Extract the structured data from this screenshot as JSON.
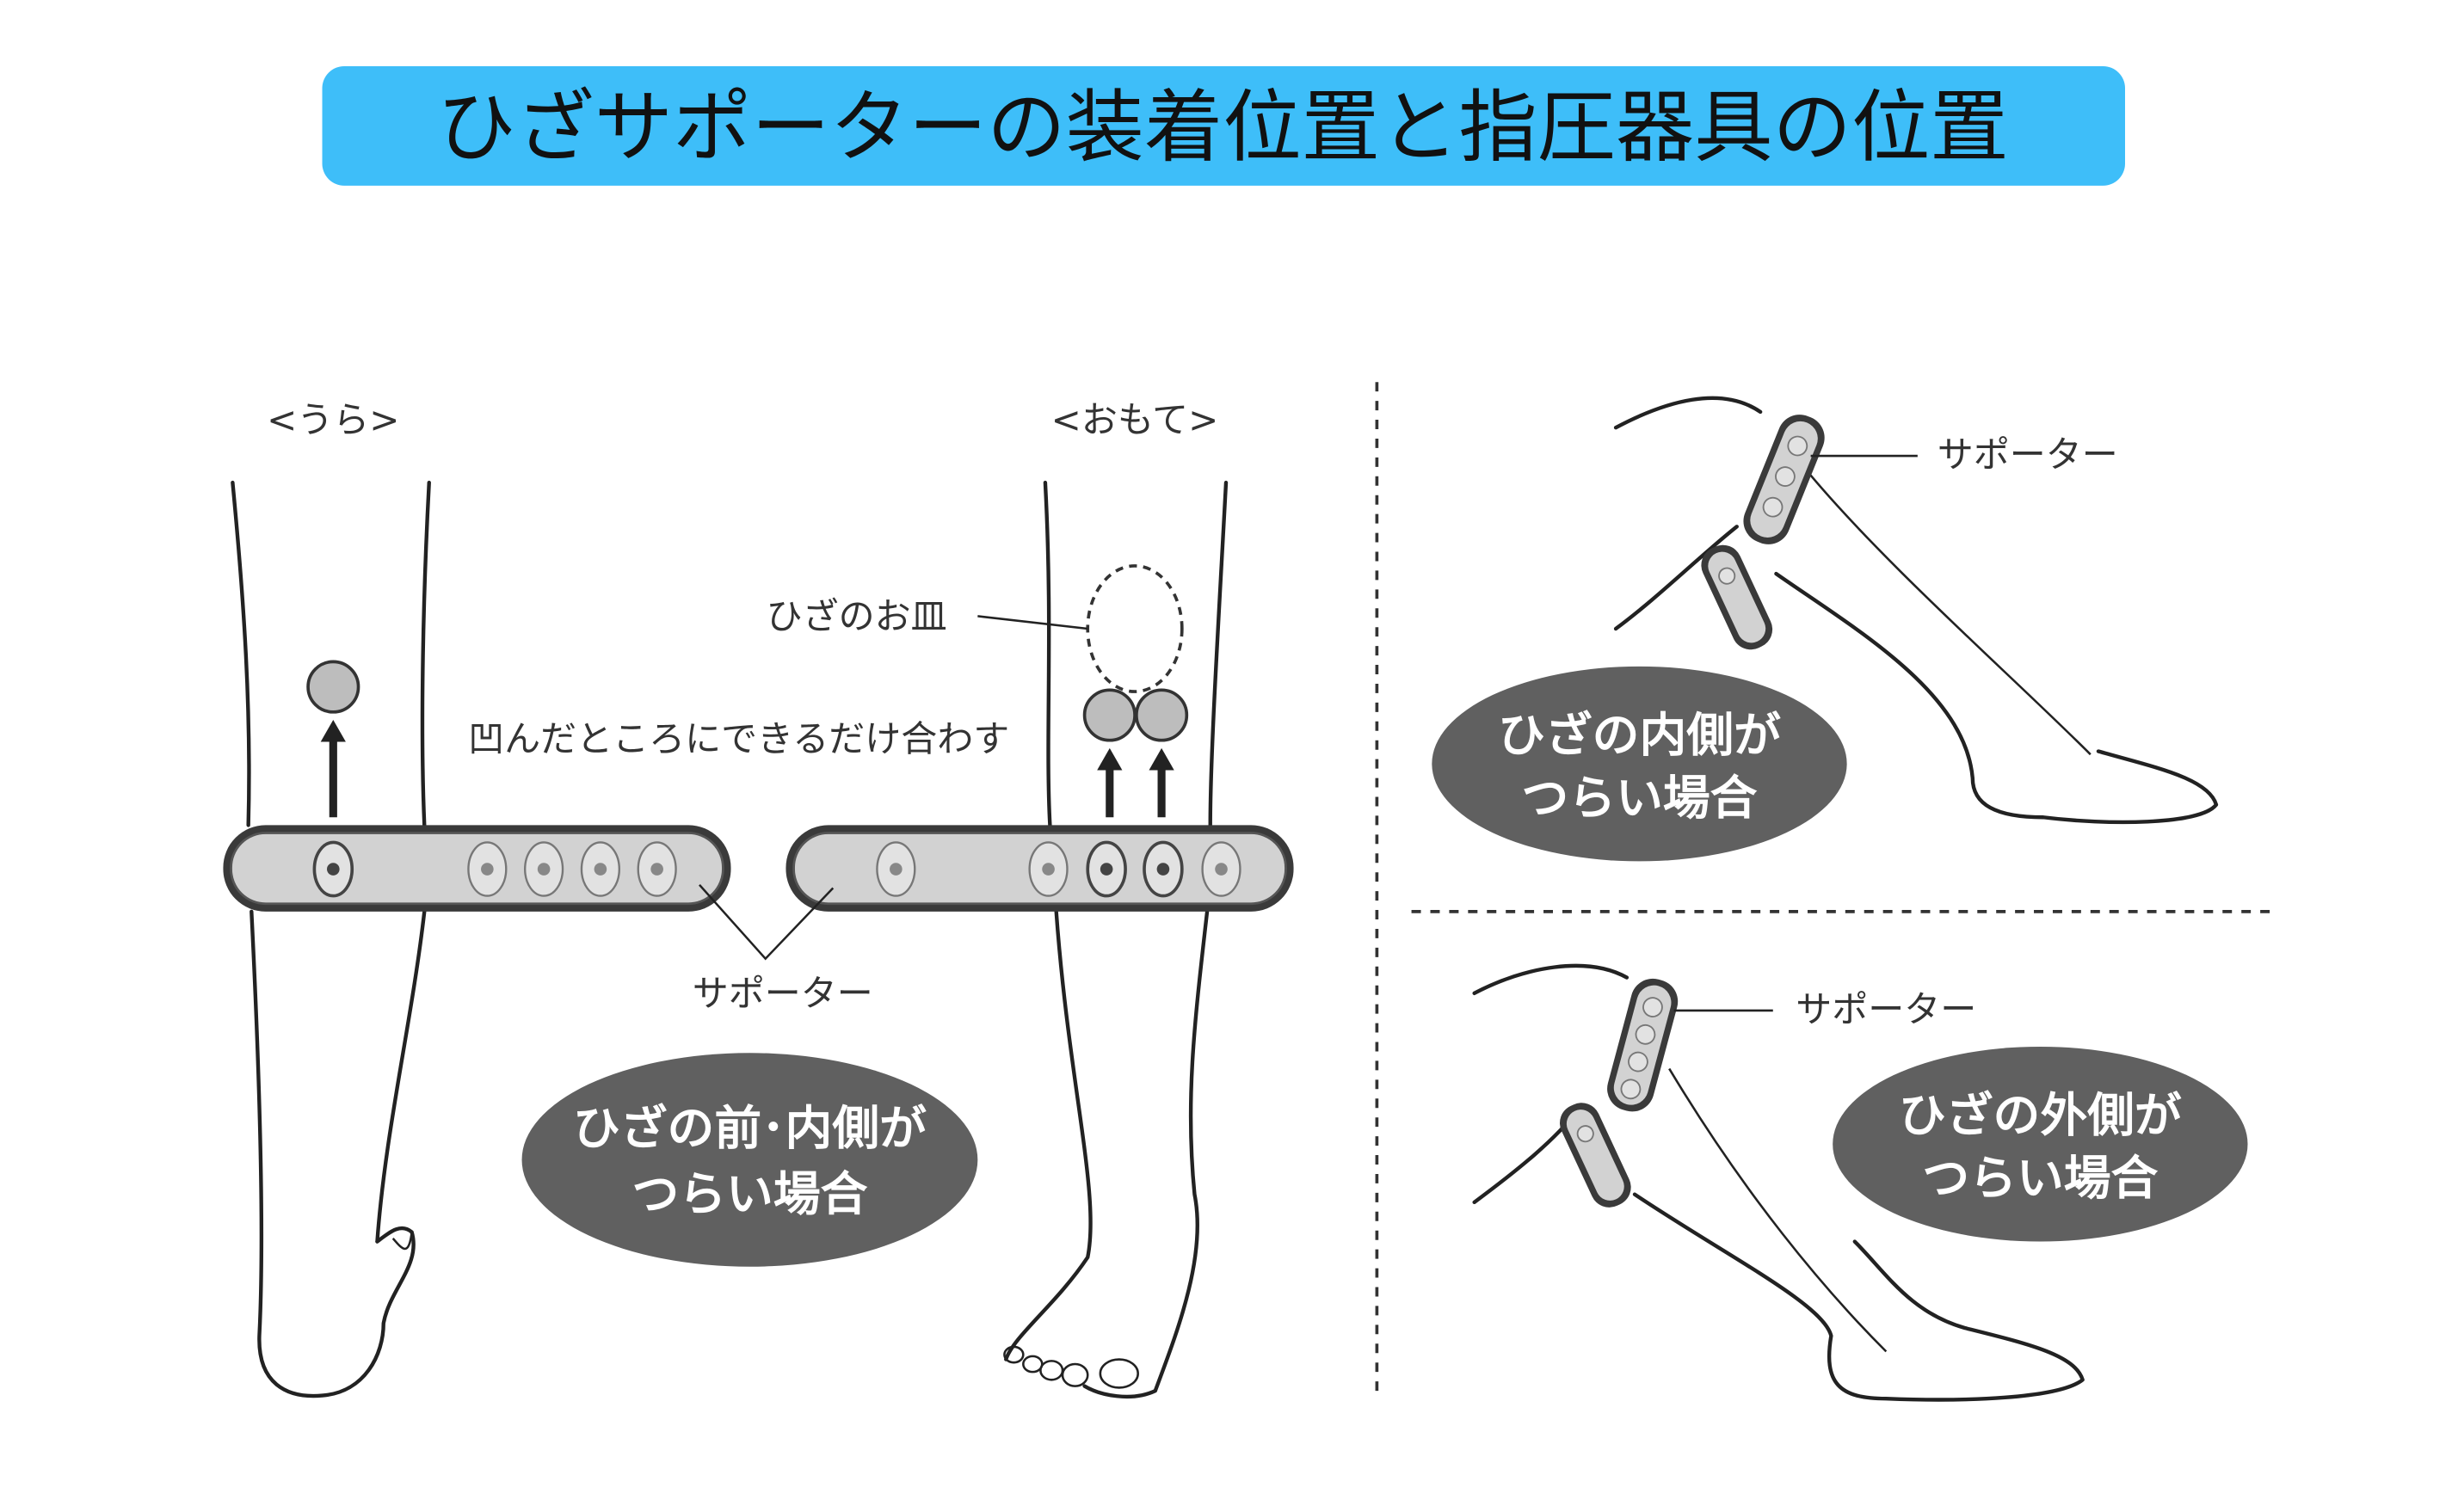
{
  "title": "ひざサポーターの装着位置と指圧器具の位置",
  "colors": {
    "title_bg": "#3EBEF9",
    "oval_bg": "#606060",
    "band_fill": "#d2d2d2"
  },
  "front_view": {
    "back_label": "<うら>",
    "front_label": "<おもて>",
    "kneecap_label": "ひざのお皿",
    "instruction": "凹んだところにできるだけ合わす",
    "supporter_label": "サポーター",
    "case": {
      "line1": "ひざの前･内側が",
      "line2": "つらい場合"
    }
  },
  "inner_side": {
    "supporter_label": "サポーター",
    "case": {
      "line1": "ひざの内側が",
      "line2": "つらい場合"
    }
  },
  "outer_side": {
    "supporter_label": "サポーター",
    "case": {
      "line1": "ひざの外側が",
      "line2": "つらい場合"
    }
  }
}
